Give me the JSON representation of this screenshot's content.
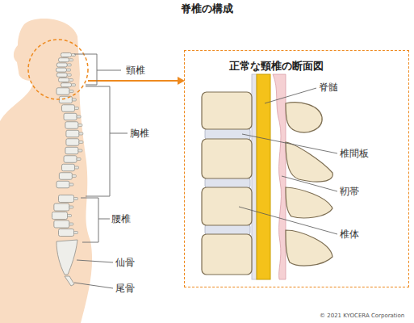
{
  "diagram": {
    "title": "脊椎の構成",
    "nodes": [
      {
        "text": [
          "正常な頸椎の断面図"
        ]
      }
    ],
    "labels": [
      "頸椎",
      "胸椎",
      "腰椎",
      "仙骨",
      "尾骨",
      "脊髄",
      "椎間板",
      "靭帯",
      "椎体",
      "© 2021 KYOCERA Corporation"
    ]
  }
}
